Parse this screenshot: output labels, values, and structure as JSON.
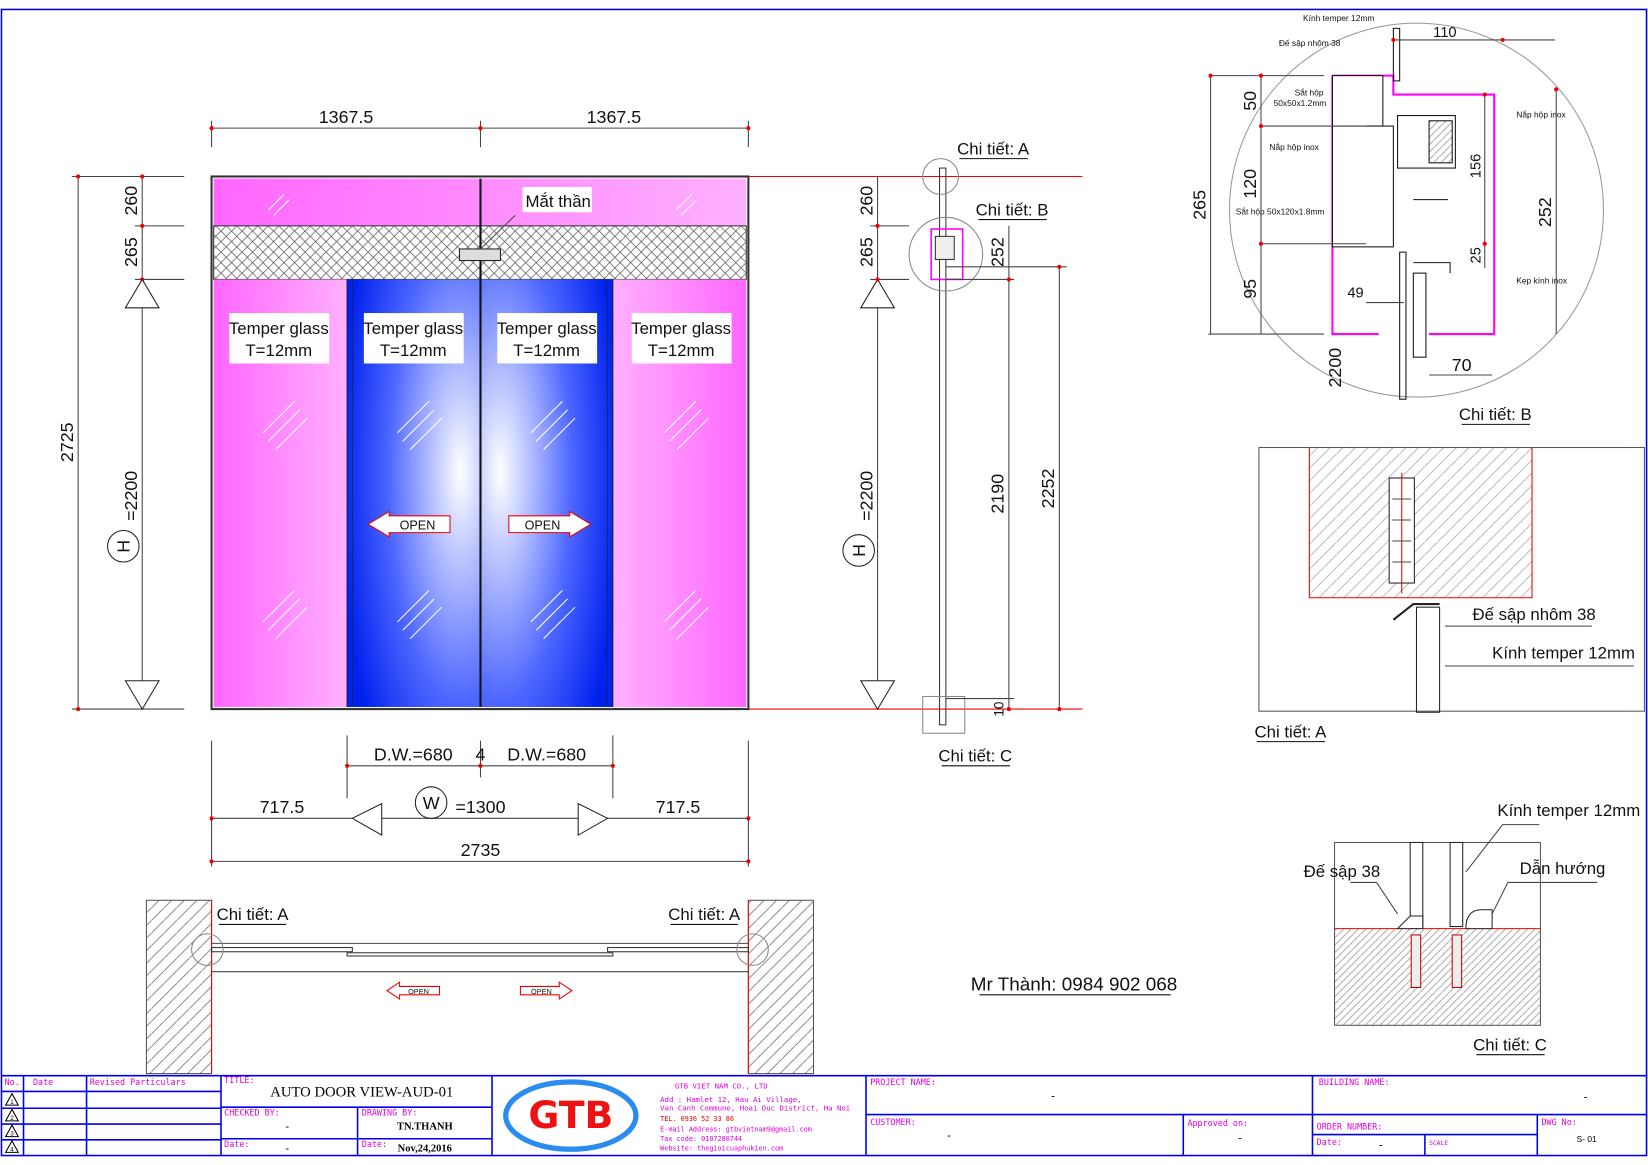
{
  "front_view": {
    "dims_top": [
      "1367.5",
      "1367.5"
    ],
    "dims_left": [
      "260",
      "265",
      "2725"
    ],
    "height_label": "=2200",
    "height_symbol": "H",
    "sensor_label": "Mắt thần",
    "panels": [
      {
        "line1": "Temper glass",
        "line2": "T=12mm"
      },
      {
        "line1": "Temper glass",
        "line2": "T=12mm"
      },
      {
        "line1": "Temper glass",
        "line2": "T=12mm"
      },
      {
        "line1": "Temper glass",
        "line2": "T=12mm"
      }
    ],
    "open_label": "OPEN",
    "dw_left": "D.W.=680",
    "dw_right": "D.W.=680",
    "dw_gap": "4",
    "width_symbol": "W",
    "width_label": "=1300",
    "side_left": "717.5",
    "side_right": "717.5",
    "total_width": "2735",
    "colors": {
      "pink": "#ff66ff",
      "blue": "#0022ee",
      "frame": "#333333"
    }
  },
  "side_view": {
    "detail_a": "Chi tiết: A",
    "detail_b": "Chi tiết: B",
    "detail_c": "Chi tiết: C",
    "dims": [
      "260",
      "265",
      "252",
      "2190",
      "2252",
      "10"
    ],
    "height_label": "=2200",
    "height_symbol": "H"
  },
  "plan_view": {
    "detail_left": "Chi tiết: A",
    "detail_right": "Chi tiết: A",
    "open_label": "OPEN"
  },
  "contact": "Mr Thành: 0984 902 068",
  "detail_b": {
    "title": "Chi tiết: B",
    "labels": [
      "Kính temper 12mm",
      "Đế sập nhôm 38",
      "Sắt hộp",
      "50x50x1.2mm",
      "Nắp hộp inox",
      "Sắt hộp 50x120x1.8mm",
      "Nắp hộp inox",
      "Kẹp kính inox"
    ],
    "dims": [
      "110",
      "50",
      "120",
      "95",
      "265",
      "156",
      "25",
      "252",
      "49",
      "70",
      "2200"
    ]
  },
  "detail_a": {
    "title": "Chi tiết: A",
    "labels": [
      "Đế sập nhôm 38",
      "Kính temper 12mm"
    ]
  },
  "detail_c": {
    "title": "Chi tiết: C",
    "labels": [
      "Kính temper 12mm",
      "Đế sập 38",
      "Dẫn hướng"
    ]
  },
  "title_block": {
    "rev_headers": [
      "No.",
      "Date",
      "Revised Particulars"
    ],
    "rev_numbers": [
      "1",
      "2",
      "3",
      "4"
    ],
    "title_label": "TITLE:",
    "title": "AUTO DOOR VIEW-AUD-01",
    "checked_by_label": "CHECKED BY:",
    "checked_by": "-",
    "drawing_by_label": "DRAWING BY:",
    "drawing_by": "TN.THANH",
    "date_label": "Date:",
    "date": "-",
    "date2_label": "Date:",
    "date2": "Nov,24,2016",
    "logo": "GTB",
    "company": {
      "name": "GTB VIET NAM CO., LTD",
      "address1": "Add : Hamlet 12, Hau Ai Village,",
      "address2": "Van Canh Commune, Hoai Duc District, Ha Noi",
      "tel": "TEL. 0936 52 33 86",
      "email": "E-mail Address: gtbvietnam9@gmail.com",
      "tax": "Tax code: 0107280744",
      "website": "Website: thegioicuaphukien.com"
    },
    "project_name_label": "PROJECT NAME:",
    "project_name": "-",
    "building_name_label": "BUILDING NAME:",
    "building_name": "-",
    "customer_label": "CUSTOMER:",
    "customer": "-",
    "approved_label": "Approved on:",
    "approved": "-",
    "order_label": "ORDER NUMBER:",
    "order_date_label": "Date:",
    "order_date": "-",
    "scale_label": "SCALE",
    "dwg_label": "DWG No:",
    "dwg": "S-  01",
    "colors": {
      "border": "#0000ee",
      "label": "#e000e0"
    }
  }
}
